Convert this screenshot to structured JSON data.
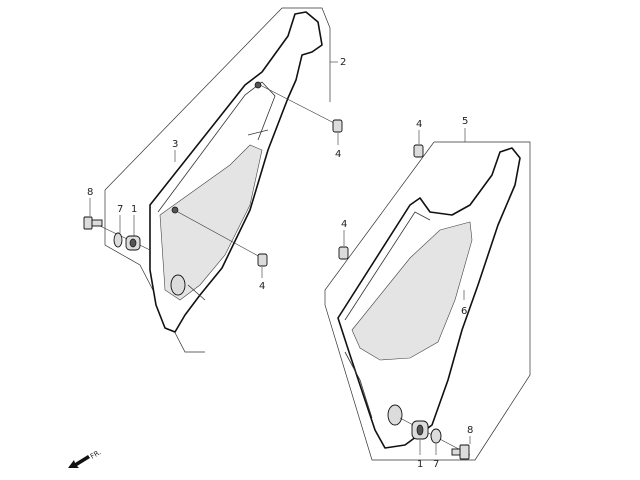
{
  "callouts": {
    "c2": "2",
    "c3": "3",
    "c4_left_top": "4",
    "c4_left_bottom": "4",
    "c8_left": "8",
    "c7_left": "7",
    "c1_left": "1",
    "c5": "5",
    "c4_right_top": "4",
    "c4_right_mid": "4",
    "c6": "6",
    "c1_right": "1",
    "c7_right": "7",
    "c8_right": "8"
  },
  "direction": {
    "label": "FR."
  }
}
